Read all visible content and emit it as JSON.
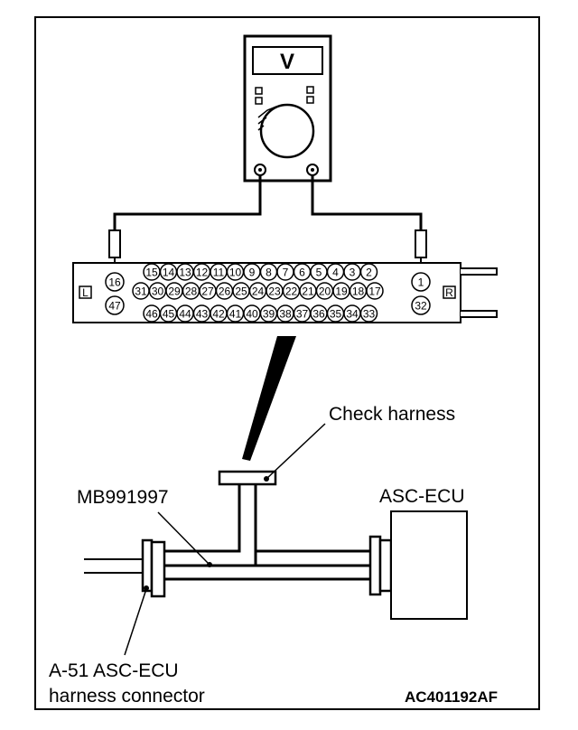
{
  "meter": {
    "symbol": "V"
  },
  "connector": {
    "left_tag": "L",
    "right_tag": "R",
    "row1": [
      "15",
      "14",
      "13",
      "12",
      "11",
      "10",
      "9",
      "8",
      "7",
      "6",
      "5",
      "4",
      "3",
      "2"
    ],
    "row2": [
      "31",
      "30",
      "29",
      "28",
      "27",
      "26",
      "25",
      "24",
      "23",
      "22",
      "21",
      "20",
      "19",
      "18",
      "17"
    ],
    "row3": [
      "46",
      "45",
      "44",
      "43",
      "42",
      "41",
      "40",
      "39",
      "38",
      "37",
      "36",
      "35",
      "34",
      "33"
    ],
    "left_pins": [
      "16",
      "47"
    ],
    "right_pins": [
      "1",
      "32"
    ]
  },
  "labels": {
    "check_harness": "Check harness",
    "tool": "MB991997",
    "ecu": "ASC-ECU",
    "connector_line1": "A-51 ASC-ECU",
    "connector_line2": "harness connector",
    "code": "AC401192AF"
  },
  "colors": {
    "line": "#000000",
    "background": "#ffffff"
  }
}
